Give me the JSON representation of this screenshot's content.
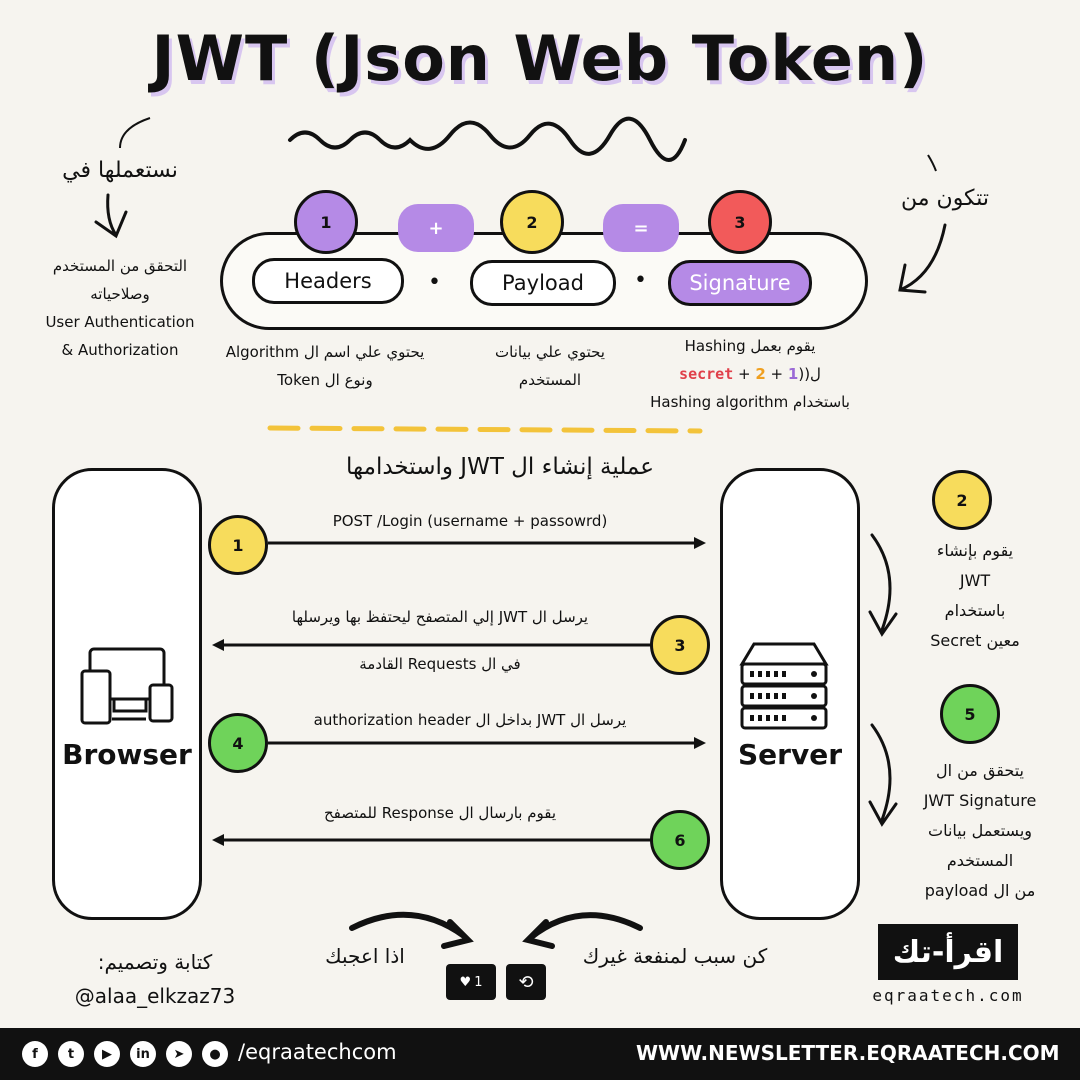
{
  "title": "JWT (Json Web Token)",
  "use_label": "نستعملها في",
  "use_desc_ar_1": "التحقق من المستخدم",
  "use_desc_ar_2": "وصلاحياته",
  "use_desc_en_1": "User Authentication",
  "use_desc_en_2": "& Authorization",
  "consists_label": "تتكون من",
  "parts": {
    "n1": "1",
    "n2": "2",
    "n3": "3",
    "plus": "+",
    "equals": "=",
    "dot": "•",
    "headers": "Headers",
    "payload": "Payload",
    "signature": "Signature"
  },
  "parts_desc": {
    "headers_1": "يحتوي علي اسم ال Algorithm",
    "headers_2": "ونوع ال Token",
    "payload_1": "يحتوي علي بيانات",
    "payload_2": "المستخدم",
    "sig_1": "يقوم بعمل Hashing",
    "sig_2_pre": "ل(",
    "sig_2_secret": "secret",
    "sig_2_p1": " + ",
    "sig_2_two": "2",
    "sig_2_p2": " + ",
    "sig_2_one": "1",
    "sig_2_close": ")",
    "sig_3": "باستخدام Hashing algorithm"
  },
  "flow_title": "عملية إنشاء ال JWT واستخدامها",
  "browser_label": "Browser",
  "server_label": "Server",
  "steps": {
    "s1_num": "1",
    "s1_text": "POST /Login (username + passowrd)",
    "s3_num": "3",
    "s3_text_1": "يرسل ال JWT  إلي المتصفح ليحتفظ بها ويرسلها",
    "s3_text_2": "في ال Requests القادمة",
    "s4_num": "4",
    "s4_text": "يرسل ال JWT بداخل ال authorization header",
    "s6_num": "6",
    "s6_text": "يقوم بارسال ال Response للمتصفح"
  },
  "side": {
    "s2_num": "2",
    "s2_lines": [
      "يقوم بإنشاء",
      "JWT",
      "باستخدام",
      "Secret معين"
    ],
    "s5_num": "5",
    "s5_lines": [
      "يتحقق من ال",
      "JWT Signature",
      "ويستعمل بيانات",
      "المستخدم",
      "من ال payload"
    ]
  },
  "credits_1": "كتابة وتصميم:",
  "credits_2": "@alaa_elkzaz73",
  "like_text": "اذا اعجبك",
  "share_text": "كن سبب لمنفعة غيرك",
  "like_count": "1",
  "logo_text": "اقرأ-تك",
  "logo_site": "eqraatech.com",
  "footer_handle": "/eqraatechcom",
  "footer_url": "WWW.NEWSLETTER.EQRAATECH.COM",
  "social_icons": [
    "facebook-icon",
    "twitter-icon",
    "youtube-icon",
    "linkedin-icon",
    "telegram-icon",
    "github-icon"
  ],
  "colors": {
    "purple": "#b58ae6",
    "yellow": "#f7dc5c",
    "red": "#f25a5a",
    "green": "#6fd35a",
    "accent_red": "#e0404a",
    "accent_orange": "#f0a020",
    "accent_purple": "#9b6ad6"
  }
}
